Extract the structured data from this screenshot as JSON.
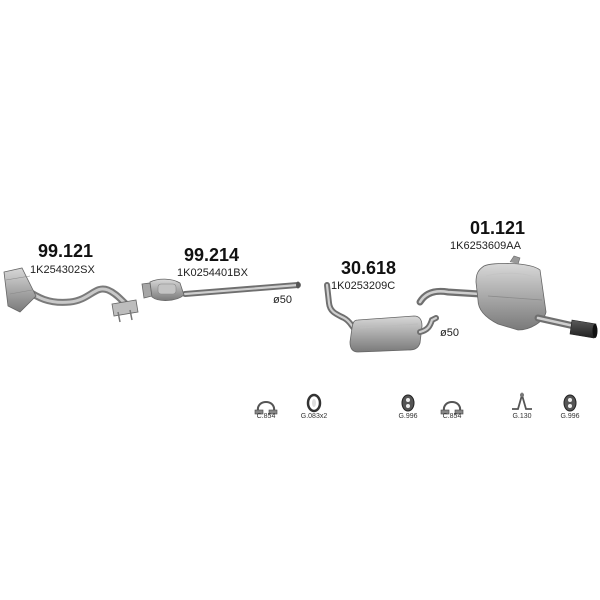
{
  "parts": [
    {
      "number": "99.121",
      "oem": "1K254302SX"
    },
    {
      "number": "99.214",
      "oem": "1K0254401BX",
      "diameter": "ø50"
    },
    {
      "number": "30.618",
      "oem": "1K0253209C",
      "diameter": "ø50"
    },
    {
      "number": "01.121",
      "oem": "1K6253609AA"
    }
  ],
  "accessories": [
    {
      "code": "C.854",
      "icon": "clamp-icon"
    },
    {
      "code": "G.083x2",
      "icon": "rubber-ring-icon"
    },
    {
      "code": "G.996",
      "icon": "rubber-mount-icon"
    },
    {
      "code": "C.854",
      "icon": "clamp-icon"
    },
    {
      "code": "G.130",
      "icon": "hanger-bracket-icon"
    },
    {
      "code": "G.996",
      "icon": "rubber-mount-icon"
    }
  ],
  "colors": {
    "metal": "#a9a9a9",
    "metal_dark": "#6f6f6f",
    "metal_light": "#d4d4d4",
    "tip": "#3a3a3a"
  }
}
